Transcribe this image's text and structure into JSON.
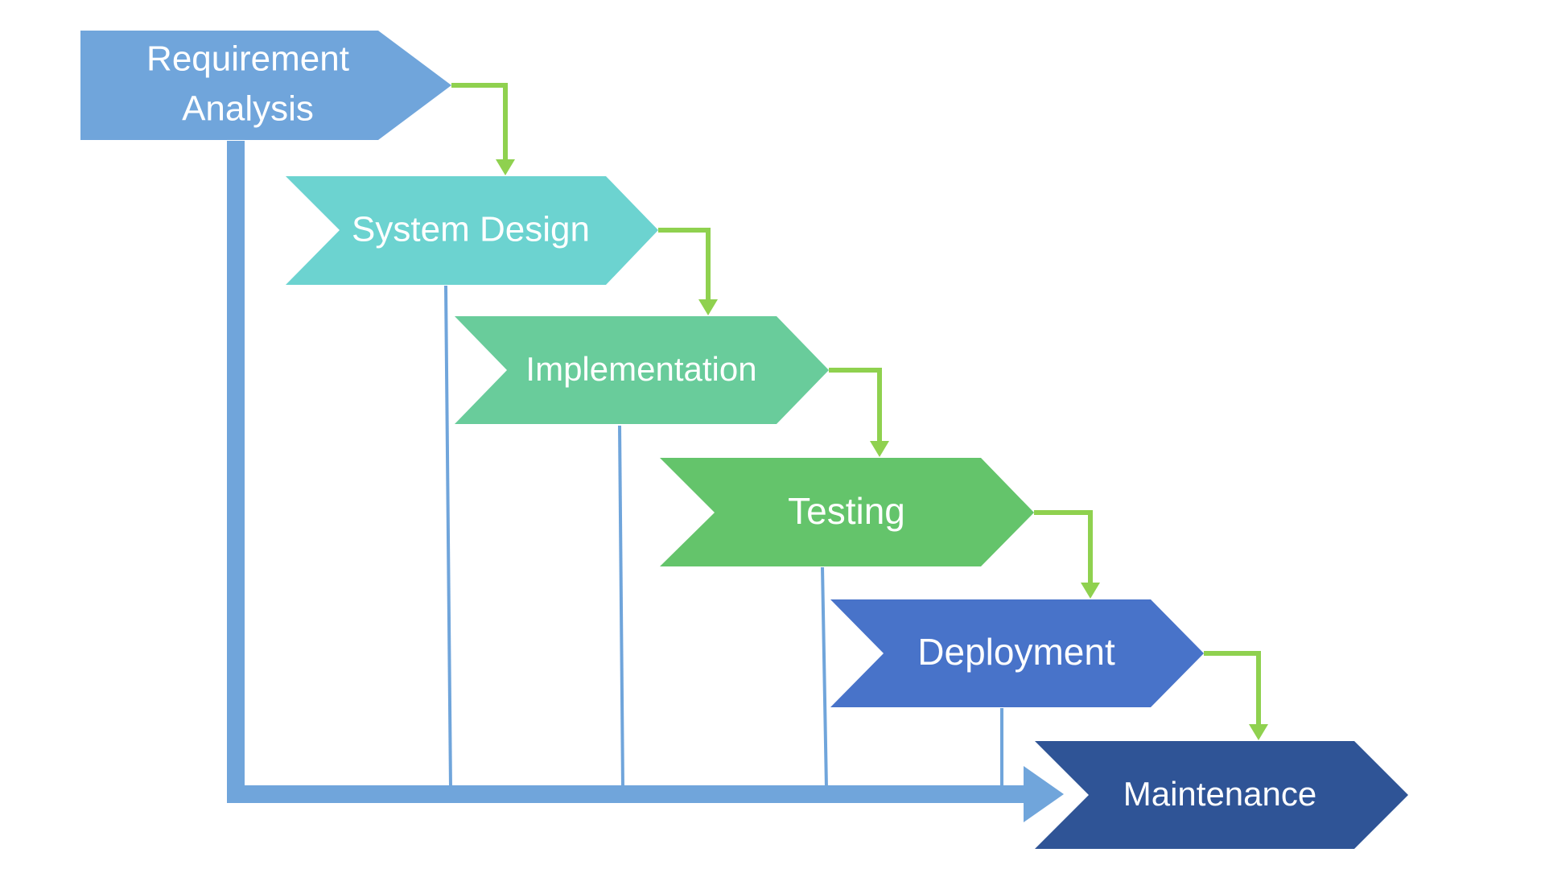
{
  "diagram": {
    "stages": [
      {
        "id": "requirement-analysis",
        "lines": [
          "Requirement",
          "Analysis"
        ],
        "color": "#70A5DB"
      },
      {
        "id": "system-design",
        "lines": [
          "System Design"
        ],
        "color": "#6CD3D0"
      },
      {
        "id": "implementation",
        "lines": [
          "Implementation"
        ],
        "color": "#69CC9B"
      },
      {
        "id": "testing",
        "lines": [
          "Testing"
        ],
        "color": "#64C46B"
      },
      {
        "id": "deployment",
        "lines": [
          "Deployment"
        ],
        "color": "#4873C9"
      },
      {
        "id": "maintenance",
        "lines": [
          "Maintenance"
        ],
        "color": "#2F5496"
      }
    ],
    "colors": {
      "flow_arrow": "#8FD14F",
      "feedback_line": "#70A5DB",
      "text": "#FFFFFF",
      "background": "#FFFFFF"
    }
  }
}
